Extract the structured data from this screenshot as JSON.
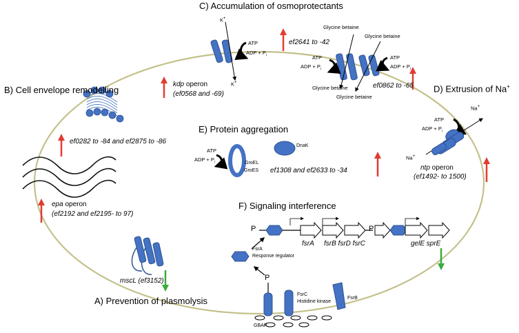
{
  "titles": {
    "a": "A) Prevention of plasmolysis",
    "b": "B) Cell envelope remodelling",
    "c": "C) Accumulation of osmoprotectants",
    "d": "D) Extrusion of Na",
    "d_sup": "+",
    "e": "E) Protein aggregation",
    "f": "F) Signaling interference"
  },
  "genes": {
    "kdp_name": "kdp",
    "kdp_suffix": " operon",
    "kdp_range": "(ef0568 and -69)",
    "ef2641": "ef2641 to -42",
    "ef0862": "ef0862 to -65",
    "ntp_name": "ntp",
    "ntp_suffix": " operon",
    "ntp_range": "(ef1492- to 1500)",
    "ef0282": "ef0282 to -84 and ef2875 to -86",
    "epa_name": "epa",
    "epa_suffix": " operon",
    "epa_range": "(ef2192 and ef2195- to 97)",
    "ef1308": "ef1308 and ef2633 to -34",
    "mscl_name": "mscL",
    "mscl_range": " (ef3152)"
  },
  "labels": {
    "k_top": "K",
    "k_bottom": "K",
    "plus": "+",
    "atp": "ATP",
    "adp": "ADP + P",
    "pi_sub": "i",
    "glycine_betaine": "Glycine betaine",
    "na_top": "Na",
    "na_left": "Na",
    "dnak": "DnaK",
    "groel": "GroEL",
    "groes": "GroES",
    "phospho": "P",
    "fsra_name": "FsrA",
    "response_regulator": "Response regulator",
    "fsrc_name": "FsrC",
    "histidine_kinase": "Histidine kinase",
    "fsrb_name": "FsrB",
    "gbap": "GBAP",
    "gene_fsra": "fsrA",
    "gene_fsrb_fsrd_fsrc": "fsrB fsrD fsrC",
    "gene_gele_spre": "gelE sprE"
  },
  "colors": {
    "membrane": "#c3c08a",
    "protein_fill": "#4472c4",
    "protein_stroke": "#2f528f",
    "up_arrow": "#e03c31",
    "down_arrow": "#3aab3a",
    "wave": "#111111"
  },
  "regulation": [
    {
      "id": "kdp",
      "direction": "up"
    },
    {
      "id": "ef2641",
      "direction": "up"
    },
    {
      "id": "ef0862",
      "direction": "up"
    },
    {
      "id": "ntp",
      "direction": "up"
    },
    {
      "id": "ef0282",
      "direction": "up"
    },
    {
      "id": "epa",
      "direction": "up"
    },
    {
      "id": "ef1308",
      "direction": "up"
    },
    {
      "id": "mscl",
      "direction": "down"
    },
    {
      "id": "fsr",
      "direction": "down"
    }
  ]
}
